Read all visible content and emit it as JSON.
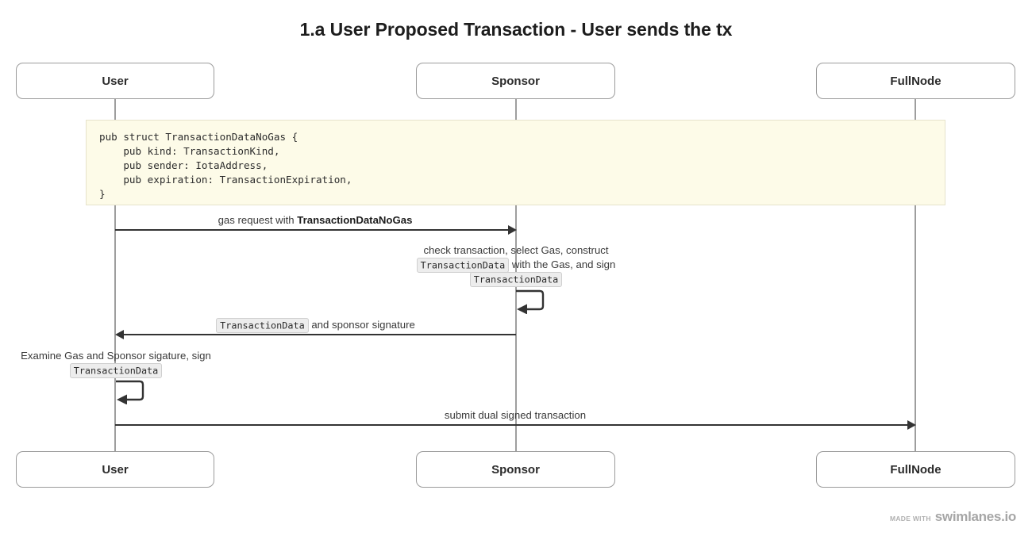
{
  "title": "1.a User Proposed Transaction - User sends the tx",
  "participants": [
    {
      "name": "User",
      "label": "User"
    },
    {
      "name": "Sponsor",
      "label": "Sponsor"
    },
    {
      "name": "FullNode",
      "label": "FullNode"
    }
  ],
  "note": {
    "language": "rust",
    "code": "pub struct TransactionDataNoGas {\n    pub kind: TransactionKind,\n    pub sender: IotaAddress,\n    pub expiration: TransactionExpiration,\n}"
  },
  "messages": [
    {
      "id": "gas-request",
      "from": "User",
      "to": "Sponsor",
      "direction": "right",
      "kind": "call",
      "label_plain": "gas request with TransactionDataNoGas",
      "label_prefix": "gas request with ",
      "label_bold": "TransactionDataNoGas"
    },
    {
      "id": "sponsor-self",
      "from": "Sponsor",
      "to": "Sponsor",
      "direction": "self",
      "kind": "self",
      "label_plain": "check transaction, select Gas, construct TransactionData with the Gas, and sign TransactionData",
      "line1": "check transaction, select Gas, construct",
      "line2_code": "TransactionData",
      "line2_text": " with the Gas, and sign",
      "line3_code": "TransactionData"
    },
    {
      "id": "sponsor-reply",
      "from": "Sponsor",
      "to": "User",
      "direction": "left",
      "kind": "reply",
      "label_plain": "TransactionData and sponsor signature",
      "label_code": "TransactionData",
      "label_text": " and sponsor signature"
    },
    {
      "id": "user-self",
      "from": "User",
      "to": "User",
      "direction": "self",
      "kind": "self",
      "label_plain": "Examine Gas and Sponsor sigature, sign TransactionData",
      "line1": "Examine Gas and Sponsor sigature, sign",
      "line2_code": "TransactionData"
    },
    {
      "id": "submit-tx",
      "from": "User",
      "to": "FullNode",
      "direction": "right",
      "kind": "call",
      "label_plain": "submit dual signed transaction"
    }
  ],
  "footer": {
    "made_with": "MADE WITH",
    "brand": "swimlanes.io"
  },
  "colors": {
    "arrow": "#333333",
    "lifeline": "#9e9e9e",
    "box_border": "#9b9b9b",
    "note_bg": "#fdfbe8",
    "note_border": "#e6e2cb",
    "chip_bg": "#ededed",
    "text": "#333333",
    "footer": "#a6a6a6"
  }
}
